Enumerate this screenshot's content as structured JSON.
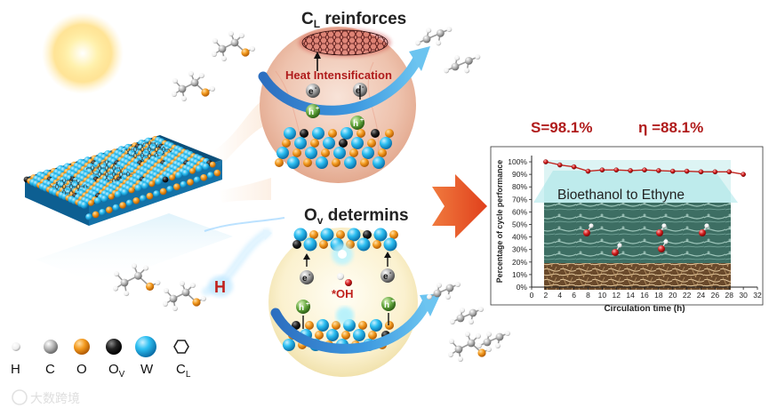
{
  "top_title": {
    "main": "C",
    "sub": "L",
    "rest": " reinforces"
  },
  "mid_title": {
    "main": "O",
    "sub": "v",
    "rest": " determins"
  },
  "heat_label": "Heat Intensification",
  "electron_label": "e",
  "electron_sup": "-",
  "hole_label": "h",
  "hole_sup": "+",
  "oh_label": "*OH",
  "h_label": "H",
  "metrics": {
    "selectivity": "S=98.1%",
    "efficiency": "η =88.1%"
  },
  "chart_inner_label": "Bioethanol to Ethyne",
  "legend": [
    {
      "symbol": "H",
      "color": "#f2f2f2"
    },
    {
      "symbol": "C",
      "color": "#b3b3b3"
    },
    {
      "symbol": "O",
      "color": "#f39a1e"
    },
    {
      "symbol": "O",
      "sub": "V",
      "color": "#111111"
    },
    {
      "symbol": "W",
      "color": "#27b5ea"
    },
    {
      "symbol": "C",
      "sub": "L",
      "color": "hex"
    }
  ],
  "watermark": "大数跨境",
  "colors": {
    "title_red": "#b01c1c",
    "arrow_orange": "#e8532b",
    "arrow_blue": "#2a6fc2",
    "line_red": "#c2251f"
  },
  "chart_data": {
    "type": "line",
    "title": "",
    "xlabel": "Circulation time (h)",
    "ylabel": "Percentage of cycle performance",
    "xlim": [
      0,
      32
    ],
    "ylim": [
      0,
      105
    ],
    "x_ticks": [
      0,
      2,
      4,
      6,
      8,
      10,
      12,
      14,
      16,
      18,
      20,
      22,
      24,
      26,
      28,
      30,
      32
    ],
    "y_ticks": [
      "0%",
      "10%",
      "20%",
      "30%",
      "40%",
      "50%",
      "60%",
      "70%",
      "80%",
      "90%",
      "100%"
    ],
    "series": [
      {
        "x": [
          2,
          4,
          6,
          8,
          10,
          12,
          14,
          16,
          18,
          20,
          22,
          24,
          26,
          28,
          30
        ],
        "values": [
          100,
          97.5,
          96,
          92.5,
          93.5,
          93.5,
          93,
          93.5,
          93,
          92.5,
          92.5,
          92,
          92,
          92,
          90
        ]
      }
    ]
  }
}
